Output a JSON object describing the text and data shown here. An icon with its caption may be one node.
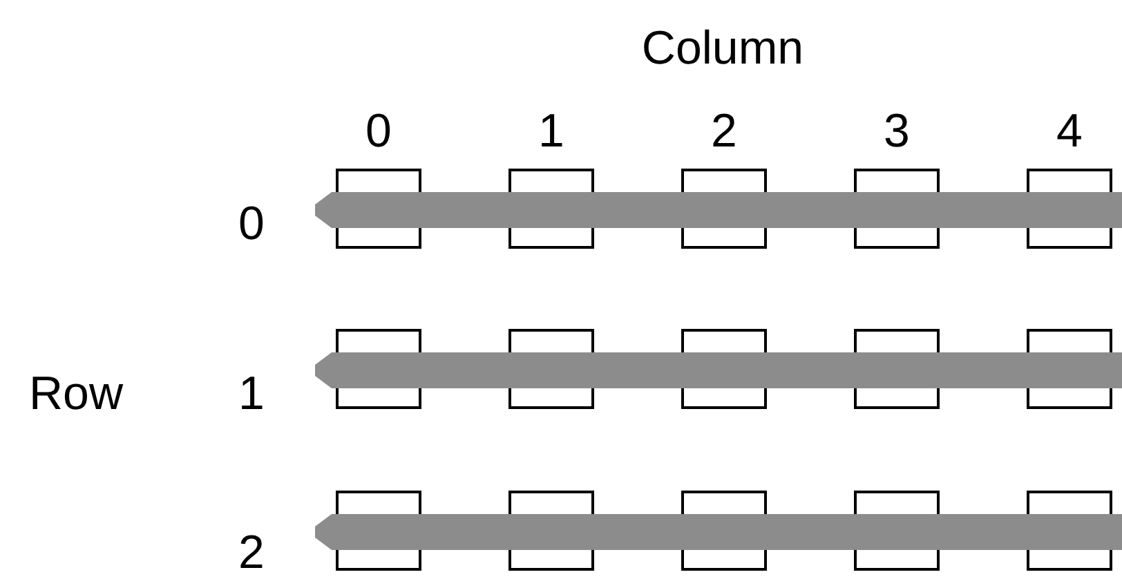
{
  "diagram": {
    "nodes": [
      {
        "text": [],
        "shape": "box"
      },
      {
        "text": [],
        "shape": "box"
      },
      {
        "text": [],
        "shape": "box"
      },
      {
        "text": [],
        "shape": "box"
      },
      {
        "text": [],
        "shape": "box"
      },
      {
        "text": [],
        "shape": "box"
      },
      {
        "text": [],
        "shape": "box"
      },
      {
        "text": [],
        "shape": "box"
      },
      {
        "text": [],
        "shape": "box"
      },
      {
        "text": [],
        "shape": "box"
      },
      {
        "text": [],
        "shape": "box"
      },
      {
        "text": [],
        "shape": "box"
      },
      {
        "text": [],
        "shape": "box"
      },
      {
        "text": [],
        "shape": "box"
      },
      {
        "text": [],
        "shape": "box"
      }
    ],
    "labels": [
      "Column",
      "0",
      "1",
      "2",
      "3",
      "4",
      "0",
      "Row",
      "1",
      "2"
    ]
  }
}
